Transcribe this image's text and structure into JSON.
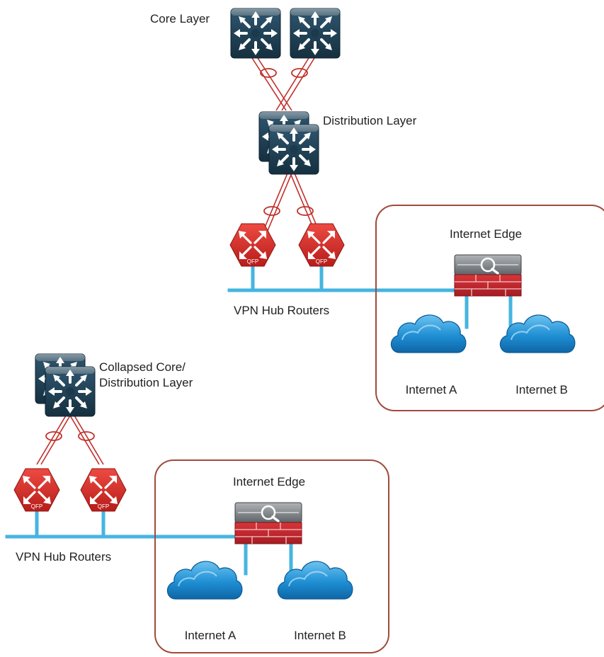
{
  "colors": {
    "switch_body": "#1c3a4e",
    "switch_top": "#9aa6ae",
    "router_red": "#cf2a25",
    "firewall_red": "#c4262e",
    "firewall_top": "#7e8285",
    "cloud_blue": "#1f8fd4",
    "wire_blue": "#45b5e0",
    "link_red": "#c0302b",
    "box_border": "#a04a3c"
  },
  "icons": {
    "switch": "layer3-switch-icon",
    "router": "qfp-router-icon",
    "firewall": "firewall-icon",
    "cloud": "internet-cloud-icon"
  },
  "top": {
    "core_label": "Core Layer",
    "distribution_label": "Distribution Layer",
    "vpn_label": "VPN Hub Routers",
    "router_badge": "QFP",
    "edge": {
      "title": "Internet Edge",
      "cloud_a": "Internet A",
      "cloud_b": "Internet B"
    }
  },
  "bottom": {
    "collapsed_label_line1": "Collapsed Core/",
    "collapsed_label_line2": "Distribution Layer",
    "vpn_label": "VPN Hub Routers",
    "router_badge": "QFP",
    "edge": {
      "title": "Internet Edge",
      "cloud_a": "Internet A",
      "cloud_b": "Internet B"
    }
  }
}
